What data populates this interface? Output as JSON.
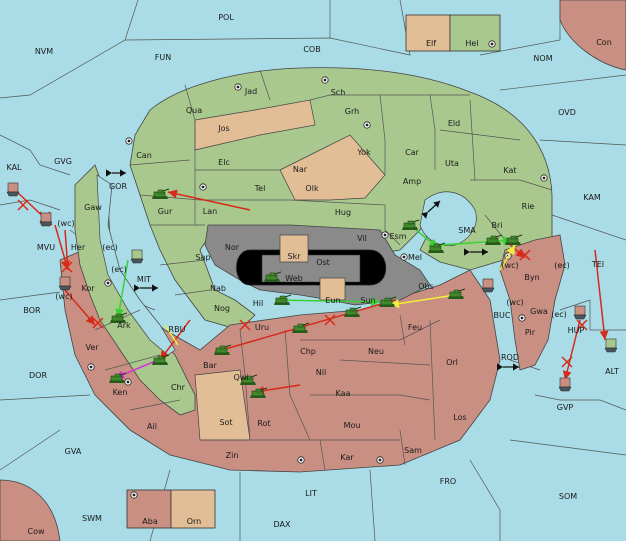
{
  "colors": {
    "sea": "#a9dce6",
    "player_green": "#a9c88e",
    "player_red": "#c98f82",
    "neutral_tan": "#e2be96",
    "island_dark": "#8a8a8a",
    "order_red": "#d62a1a",
    "order_green": "#38d234",
    "order_yellow": "#f0f03a",
    "order_magenta": "#d830d8"
  },
  "sea_labels": [
    {
      "id": "pol",
      "text": "POL"
    },
    {
      "id": "nvm",
      "text": "NVM"
    },
    {
      "id": "fun",
      "text": "FUN"
    },
    {
      "id": "cob",
      "text": "COB"
    },
    {
      "id": "nom",
      "text": "NOM"
    },
    {
      "id": "kal",
      "text": "KAL"
    },
    {
      "id": "gvg",
      "text": "GVG"
    },
    {
      "id": "ovd",
      "text": "OVD"
    },
    {
      "id": "gor",
      "text": "GOR"
    },
    {
      "id": "kam",
      "text": "KAM"
    },
    {
      "id": "mvu",
      "text": "MVU"
    },
    {
      "id": "sma",
      "text": "SMA"
    },
    {
      "id": "tei",
      "text": "TEI"
    },
    {
      "id": "mit",
      "text": "MIT"
    },
    {
      "id": "bor",
      "text": "BOR"
    },
    {
      "id": "rbu",
      "text": "RBU"
    },
    {
      "id": "buc",
      "text": "BUC"
    },
    {
      "id": "rod",
      "text": "ROD"
    },
    {
      "id": "dor",
      "text": "DOR"
    },
    {
      "id": "alt",
      "text": "ALT"
    },
    {
      "id": "gvp",
      "text": "GVP"
    },
    {
      "id": "hup",
      "text": "HUP"
    },
    {
      "id": "gva",
      "text": "GVA"
    },
    {
      "id": "fro",
      "text": "FRO"
    },
    {
      "id": "lit",
      "text": "LIT"
    },
    {
      "id": "som",
      "text": "SOM"
    },
    {
      "id": "swm",
      "text": "SWM"
    },
    {
      "id": "dax",
      "text": "DAX"
    }
  ],
  "land_labels": [
    {
      "id": "con",
      "text": "Con"
    },
    {
      "id": "elf",
      "text": "Elf"
    },
    {
      "id": "hel",
      "text": "Hel"
    },
    {
      "id": "jad",
      "text": "Jad"
    },
    {
      "id": "sch",
      "text": "Sch"
    },
    {
      "id": "qua",
      "text": "Qua"
    },
    {
      "id": "grh",
      "text": "Grh"
    },
    {
      "id": "jos",
      "text": "Jos"
    },
    {
      "id": "eld",
      "text": "Eld"
    },
    {
      "id": "can",
      "text": "Can"
    },
    {
      "id": "yok",
      "text": "Yok"
    },
    {
      "id": "car",
      "text": "Car"
    },
    {
      "id": "elc",
      "text": "Elc"
    },
    {
      "id": "nar",
      "text": "Nar"
    },
    {
      "id": "uta",
      "text": "Uta"
    },
    {
      "id": "kat",
      "text": "Kat"
    },
    {
      "id": "tel",
      "text": "Tel"
    },
    {
      "id": "olk",
      "text": "Olk"
    },
    {
      "id": "amp",
      "text": "Amp"
    },
    {
      "id": "gaw",
      "text": "Gaw"
    },
    {
      "id": "gur",
      "text": "Gur"
    },
    {
      "id": "lan",
      "text": "Lan"
    },
    {
      "id": "hug",
      "text": "Hug"
    },
    {
      "id": "rie",
      "text": "Rie"
    },
    {
      "id": "her",
      "text": "Her"
    },
    {
      "id": "esm",
      "text": "Esm"
    },
    {
      "id": "bri",
      "text": "Bri"
    },
    {
      "id": "vil",
      "text": "Vil"
    },
    {
      "id": "nor",
      "text": "Nor"
    },
    {
      "id": "skr",
      "text": "Skr"
    },
    {
      "id": "ost",
      "text": "Ost"
    },
    {
      "id": "sap",
      "text": "Sap"
    },
    {
      "id": "mel",
      "text": "Mel"
    },
    {
      "id": "byn",
      "text": "Byn"
    },
    {
      "id": "web",
      "text": "Web"
    },
    {
      "id": "kor",
      "text": "Kor"
    },
    {
      "id": "obs",
      "text": "Obs"
    },
    {
      "id": "nab",
      "text": "Nab"
    },
    {
      "id": "hil",
      "text": "Hil"
    },
    {
      "id": "eun",
      "text": "Eun"
    },
    {
      "id": "sun",
      "text": "Sun"
    },
    {
      "id": "gwa",
      "text": "Gwa"
    },
    {
      "id": "ark",
      "text": "Ark"
    },
    {
      "id": "nog",
      "text": "Nog"
    },
    {
      "id": "uru",
      "text": "Uru"
    },
    {
      "id": "feu",
      "text": "Feu"
    },
    {
      "id": "pir",
      "text": "Pir"
    },
    {
      "id": "ver",
      "text": "Ver"
    },
    {
      "id": "chp",
      "text": "Chp"
    },
    {
      "id": "neu",
      "text": "Neu"
    },
    {
      "id": "bar",
      "text": "Bar"
    },
    {
      "id": "qwi",
      "text": "Qwi"
    },
    {
      "id": "orl",
      "text": "Orl"
    },
    {
      "id": "nil",
      "text": "Nil"
    },
    {
      "id": "chr",
      "text": "Chr"
    },
    {
      "id": "ken",
      "text": "Ken"
    },
    {
      "id": "kaa",
      "text": "Kaa"
    },
    {
      "id": "los",
      "text": "Los"
    },
    {
      "id": "ail",
      "text": "Ail"
    },
    {
      "id": "sot",
      "text": "Sot"
    },
    {
      "id": "rot",
      "text": "Rot"
    },
    {
      "id": "mou",
      "text": "Mou"
    },
    {
      "id": "zin",
      "text": "Zin"
    },
    {
      "id": "kar",
      "text": "Kar"
    },
    {
      "id": "sam",
      "text": "Sam"
    },
    {
      "id": "aba",
      "text": "Aba"
    },
    {
      "id": "orn",
      "text": "Orn"
    },
    {
      "id": "cow",
      "text": "Cow"
    }
  ],
  "coast_tags": [
    {
      "id": "wc1",
      "text": "(wc)"
    },
    {
      "id": "ec1",
      "text": "(ec)"
    },
    {
      "id": "ec2",
      "text": "(ec)"
    },
    {
      "id": "wc2",
      "text": "(wc)"
    },
    {
      "id": "wc3",
      "text": "(wc)"
    },
    {
      "id": "ec3",
      "text": "(ec)"
    },
    {
      "id": "wc4",
      "text": "(wc)"
    },
    {
      "id": "ec4",
      "text": "(ec)"
    }
  ],
  "unit_icons": [
    "army-icon",
    "fleet-icon"
  ]
}
